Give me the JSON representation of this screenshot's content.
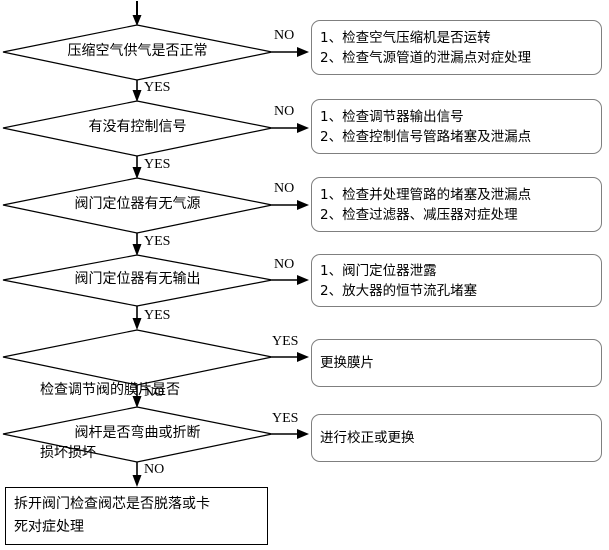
{
  "chart_data": {
    "type": "diagram",
    "title": "",
    "diagram_kind": "troubleshooting-flowchart",
    "orientation": "top-to-bottom"
  },
  "flow": {
    "entry_arrow": "entry",
    "decisions": [
      {
        "id": "d1",
        "text": "压缩空气供气是否正常",
        "lines": [
          "压缩空气供气是否正常"
        ],
        "branch_right_label": "NO",
        "branch_down_label": "YES"
      },
      {
        "id": "d2",
        "text": "有没有控制信号",
        "lines": [
          "有没有控制信号"
        ],
        "branch_right_label": "NO",
        "branch_down_label": "YES"
      },
      {
        "id": "d3",
        "text": "阀门定位器有无气源",
        "lines": [
          "阀门定位器有无气源"
        ],
        "branch_right_label": "NO",
        "branch_down_label": "YES"
      },
      {
        "id": "d4",
        "text": "阀门定位器有无输出",
        "lines": [
          "阀门定位器有无输出"
        ],
        "branch_right_label": "NO",
        "branch_down_label": "YES"
      },
      {
        "id": "d5",
        "text": "检查调节阀的膜片是否损坏损坏",
        "lines": [
          "检查调节阀的膜片是否",
          "损坏损坏"
        ],
        "branch_right_label": "YES",
        "branch_down_label": "NO"
      },
      {
        "id": "d6",
        "text": "阀杆是否弯曲或折断",
        "lines": [
          "阀杆是否弯曲或折断"
        ],
        "branch_right_label": "YES",
        "branch_down_label": "NO"
      }
    ],
    "actions": [
      {
        "id": "a1",
        "lines": [
          "1、检查空气压缩机是否运转",
          "2、检查气源管道的泄漏点对症处理"
        ]
      },
      {
        "id": "a2",
        "lines": [
          "1、检查调节器输出信号",
          "2、检查控制信号管路堵塞及泄漏点"
        ]
      },
      {
        "id": "a3",
        "lines": [
          "1、检查并处理管路的堵塞及泄漏点",
          "2、检查过滤器、减压器对症处理"
        ]
      },
      {
        "id": "a4",
        "lines": [
          "1、阀门定位器泄露",
          "2、放大器的恒节流孔堵塞"
        ]
      },
      {
        "id": "a5",
        "lines": [
          "更换膜片"
        ]
      },
      {
        "id": "a6",
        "lines": [
          "进行校正或更换"
        ]
      }
    ],
    "terminal": {
      "id": "t1",
      "lines": [
        "拆开阀门检查阀芯是否脱落或卡",
        "死对症处理"
      ]
    }
  },
  "colors": {
    "line": "#000000",
    "action_border": "#7f7f7f",
    "text": "#000000",
    "background": "#ffffff"
  }
}
